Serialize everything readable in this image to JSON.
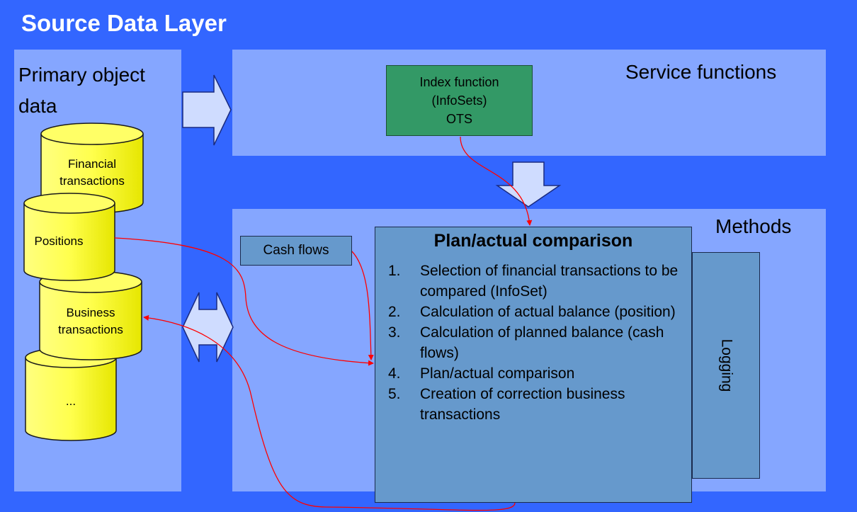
{
  "title": "Source Data Layer",
  "primary_object_data": {
    "label": "Primary object data",
    "cylinders": [
      {
        "lines": [
          "Financial",
          "transactions"
        ]
      },
      {
        "lines": [
          "Positions"
        ]
      },
      {
        "lines": [
          "Business",
          "transactions"
        ]
      },
      {
        "lines": [
          "..."
        ]
      }
    ]
  },
  "service_functions": {
    "label": "Service functions",
    "index_function": {
      "lines": [
        "Index function",
        "(InfoSets)",
        "OTS"
      ]
    }
  },
  "methods": {
    "label": "Methods",
    "cash_flows": "Cash flows",
    "plan_actual": {
      "title": "Plan/actual comparison",
      "steps": [
        {
          "num": "1.",
          "text": "Selection of financial transactions to be compared (InfoSet)"
        },
        {
          "num": "2.",
          "text": "Calculation of actual balance (position)"
        },
        {
          "num": "3.",
          "text": "Calculation of planned balance (cash flows)"
        },
        {
          "num": "4.",
          "text": "Plan/actual comparison"
        },
        {
          "num": "5.",
          "text": "Creation of correction business transactions"
        }
      ]
    },
    "logging": "Logging"
  },
  "colors": {
    "background": "#3366ff",
    "panel": "#85a6ff",
    "cylinder": "#ffff66",
    "index_box": "#339966",
    "method_box": "#6699cc",
    "connector": "#ff0000"
  }
}
